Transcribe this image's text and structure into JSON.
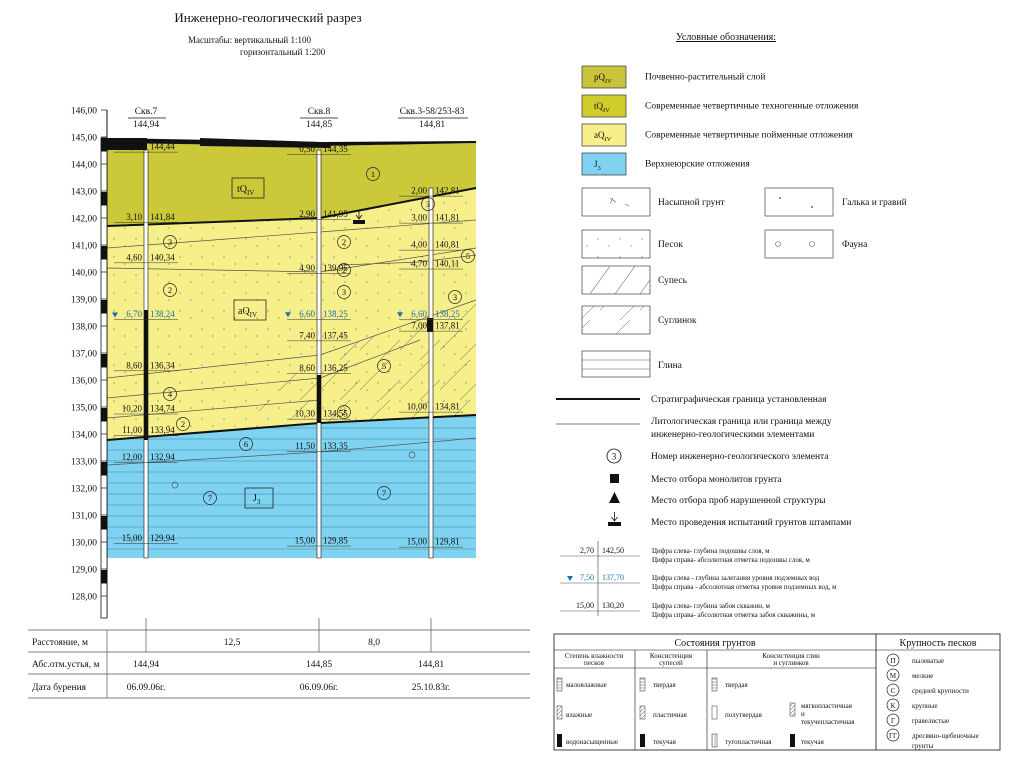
{
  "section": {
    "title": "Инженерно-геологический разрез",
    "scales_label": "Масштабы: вертикальный 1:100",
    "scale_h": "горизонтальный 1:200"
  },
  "axis": {
    "ticks": [
      "146,00",
      "145,00",
      "144,00",
      "143,00",
      "142,00",
      "141,00",
      "140,00",
      "139,00",
      "138,00",
      "137,00",
      "136,00",
      "135,00",
      "134,00",
      "133,00",
      "132,00",
      "131,00",
      "130,00",
      "129,00",
      "128,00"
    ]
  },
  "boreholes": [
    {
      "name": "Скв.7",
      "elev": "144,94"
    },
    {
      "name": "Скв.8",
      "elev": "144,85"
    },
    {
      "name": "Скв.3-58/253-83",
      "elev": "144,81"
    }
  ],
  "annotations": {
    "bh1": [
      {
        "d": "0,50",
        "a": "144,44"
      },
      {
        "d": "3,10",
        "a": "141,84"
      },
      {
        "d": "4,60",
        "a": "140,34"
      },
      {
        "d": "6,70",
        "a": "138,24",
        "water": true
      },
      {
        "d": "8,60",
        "a": "136,34"
      },
      {
        "d": "10,20",
        "a": "134,74"
      },
      {
        "d": "11,00",
        "a": "133,94"
      },
      {
        "d": "12,00",
        "a": "132,94"
      },
      {
        "d": "15,00",
        "a": "129,94"
      }
    ],
    "bh2": [
      {
        "d": "0,50",
        "a": "144,35"
      },
      {
        "d": "2,90",
        "a": "141,95"
      },
      {
        "d": "4,90",
        "a": "139,95"
      },
      {
        "d": "6,60",
        "a": "138,25",
        "water": true
      },
      {
        "d": "7,40",
        "a": "137,45"
      },
      {
        "d": "8,60",
        "a": "136,25"
      },
      {
        "d": "10,30",
        "a": "134,55"
      },
      {
        "d": "11,50",
        "a": "133,35"
      },
      {
        "d": "15,00",
        "a": "129,85"
      }
    ],
    "bh3": [
      {
        "d": "2,00",
        "a": "142,81"
      },
      {
        "d": "3,00",
        "a": "141,81"
      },
      {
        "d": "4,00",
        "a": "140,81"
      },
      {
        "d": "4,70",
        "a": "140,11"
      },
      {
        "d": "6,60",
        "a": "138,25",
        "water": true
      },
      {
        "d": "7,00",
        "a": "137,81"
      },
      {
        "d": "10,00",
        "a": "134,81"
      },
      {
        "d": "15,00",
        "a": "129,81"
      }
    ]
  },
  "element_numbers": [
    "1",
    "2",
    "3",
    "4",
    "5",
    "6",
    "7"
  ],
  "layer_labels": {
    "tq": "tQ",
    "aq": "aQ",
    "j": "J",
    "sub_iv": "IV",
    "sub_3": "3"
  },
  "bottom_table": {
    "row1_label": "Расстояние, м",
    "dist1": "12,5",
    "dist2": "8,0",
    "row2_label": "Абс.отм.устья, м",
    "elev1": "144,94",
    "elev2": "144,85",
    "elev3": "144,81",
    "row3_label": "Дата бурения",
    "date1": "06.09.06г.",
    "date2": "06.09.06г.",
    "date3": "25.10.83г."
  },
  "legend": {
    "title": "Условные обозначения:",
    "strat": [
      {
        "code": "pQ",
        "sub": "IV",
        "color": "#c9c43a",
        "text": "Почвенно-растительный слой"
      },
      {
        "code": "tQ",
        "sub": "IV",
        "color": "#cfcc2b",
        "text": "Современные четвертичные техногенные отложения"
      },
      {
        "code": "aQ",
        "sub": "IV",
        "color": "#f7f08a",
        "text": "Современные четвертичные пойменные отложения"
      },
      {
        "code": "J",
        "sub": "3",
        "color": "#7fd3f0",
        "text": "Верхнеюрские отложения"
      }
    ],
    "fill_soil": "Насыпной грунт",
    "gravel": "Галька и гравий",
    "sand": "Песок",
    "fauna": "Фауна",
    "sandy_loam": "Супесь",
    "loam": "Суглинок",
    "clay": "Глина",
    "bound_strat": "Стратиграфическая граница установленная",
    "bound_lith1": "Литологическая граница или граница между",
    "bound_lith2": "инженерно-геологическими элементами",
    "ige_num": "Номер инженерно-геологического элемента",
    "ige_sample": "3",
    "monolith": "Место отбора монолитов грунта",
    "disturbed": "Место отбора проб нарушенной структуры",
    "stamp": "Место проведения испытаний грунтов штампами",
    "ex1_l": "2,70",
    "ex1_r": "142,50",
    "ex1_t1": "Цифра слева- глубина подошвы слоя, м",
    "ex1_t2": "Цифра справа- абсолютная отметка подошвы слоя, м",
    "ex2_l": "7,50",
    "ex2_r": "137,70",
    "ex2_t1": "Цифра слева - глубина залегания уровня подземных вод",
    "ex2_t2": "Цифра справа - абсолютная отметка уровня подземных вод, м",
    "ex3_l": "15,00",
    "ex3_r": "130,20",
    "ex3_t1": "Цифра слева- глубина забоя скважин, м",
    "ex3_t2": "Цифра справа- абсолютная отметка забоя скважины, м"
  },
  "states": {
    "title": "Состояния грунтов",
    "h1": "Степень влажности",
    "h1b": "песков",
    "h2": "Консистенция",
    "h2b": "супесей",
    "h3": "Консистенция глин",
    "h3b": "и суглинков",
    "m1": "маловлажные",
    "m2": "влажные",
    "m3": "водонасыщенные",
    "s1": "твердая",
    "s2": "пластичная",
    "s3": "текучая",
    "c1": "твердая",
    "c2": "полутвердая",
    "c3": "тугопластичная",
    "c4": "мягкопластичная",
    "c4b": "и",
    "c4c": "текучепластичная",
    "c5": "текучая"
  },
  "sand_size": {
    "title": "Крупность песков",
    "items": [
      {
        "sym": "П",
        "text": "пылеватые"
      },
      {
        "sym": "М",
        "text": "мелкие"
      },
      {
        "sym": "С",
        "text": "средней крупности"
      },
      {
        "sym": "К",
        "text": "крупные"
      },
      {
        "sym": "Г",
        "text": "гравелистые"
      },
      {
        "sym": "ГГ",
        "text": "дресвяно-щебеночные"
      }
    ],
    "last_b": "грунты"
  }
}
